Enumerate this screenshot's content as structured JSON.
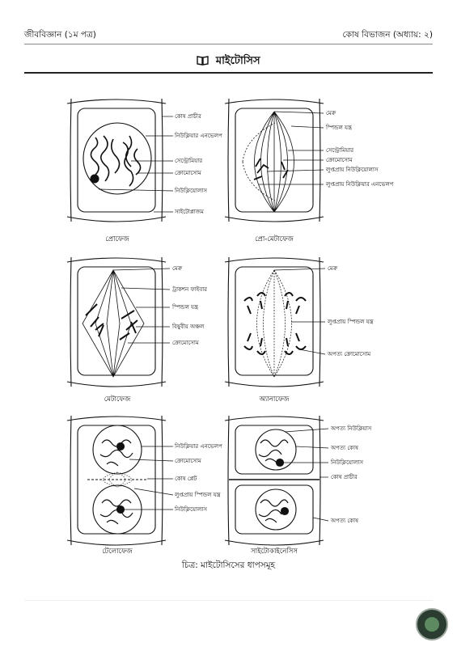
{
  "header": {
    "left": "জীববিজ্ঞান (১ম পত্র)",
    "right": "কোষ বিভাজন (অধ্যায়: ২)"
  },
  "title": "মাইটোসিস",
  "stages": [
    {
      "name": "প্রোফেজ",
      "labels": [
        "কোষ প্রাচীর",
        "নিউক্লিয়ার এনভেলপ",
        "সেন্ট্রোমিয়ার",
        "ক্রোমোসোম",
        "নিউক্লিয়োলাস",
        "সাইটোপ্লাজম"
      ]
    },
    {
      "name": "প্রো-মেটাফেজ",
      "labels": [
        "মেরু",
        "স্পিন্ডল যন্ত্র",
        "সেন্ট্রোমিয়ার",
        "ক্রোমোসোম",
        "লুপ্তপ্রায় নিউক্লিয়োলাস",
        "লুপ্তপ্রায় নিউক্লিয়ার এনভেলপ"
      ]
    },
    {
      "name": "মেটাফেজ",
      "labels": [
        "মেরু",
        "ট্রাকশন ফাইবার",
        "স্পিন্ডল যন্ত্র",
        "বিষুবীয় অঞ্চল",
        "ক্রোমোসোম"
      ]
    },
    {
      "name": "অ্যানাফেজ",
      "labels": [
        "মেরু",
        "লুপ্তপ্রায় স্পিন্ডল যন্ত্র",
        "অপত্য ক্রোমোসোম"
      ]
    },
    {
      "name": "টেলোফেজ",
      "labels": [
        "নিউক্লিয়ার এনভেলপ",
        "ক্রোমোসোম",
        "কোষ প্লেট",
        "লুপ্তপ্রায় স্পিন্ডল যন্ত্র",
        "নিউক্লিয়োলাস"
      ]
    },
    {
      "name": "সাইটোকাইনেসিস",
      "labels": [
        "অপত্য নিউক্লিয়াস",
        "অপত্য কোষ",
        "নিউক্লিয়োলাস",
        "কোষ প্রাচীর",
        "অপত্য কোষ"
      ]
    }
  ],
  "caption": "চিত্র: মাইটোসিসের ধাপসমূহ",
  "colors": {
    "ink": "#111111",
    "logo_bg": "#2b3c30"
  }
}
